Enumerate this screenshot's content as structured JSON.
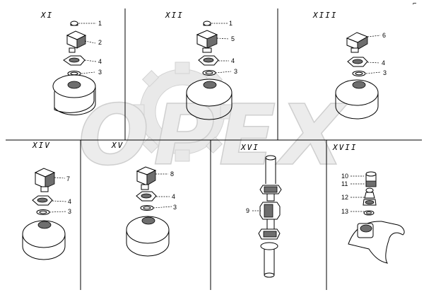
{
  "watermark": "OPEX",
  "corner_mark": "⌐",
  "sections": [
    {
      "label": "XI"
    },
    {
      "label": "XII"
    },
    {
      "label": "XIII"
    },
    {
      "label": "XIV"
    },
    {
      "label": "XV"
    },
    {
      "label": "XVI"
    },
    {
      "label": "XVII"
    }
  ],
  "callouts": {
    "XI": [
      "1",
      "2",
      "4",
      "3"
    ],
    "XII": [
      "1",
      "5",
      "4",
      "3"
    ],
    "XIII": [
      "6",
      "4",
      "3"
    ],
    "XIV": [
      "7",
      "4",
      "3"
    ],
    "XV": [
      "8",
      "4",
      "3"
    ],
    "XVI": [
      "9"
    ],
    "XVII": [
      "10",
      "11",
      "12",
      "13"
    ]
  }
}
